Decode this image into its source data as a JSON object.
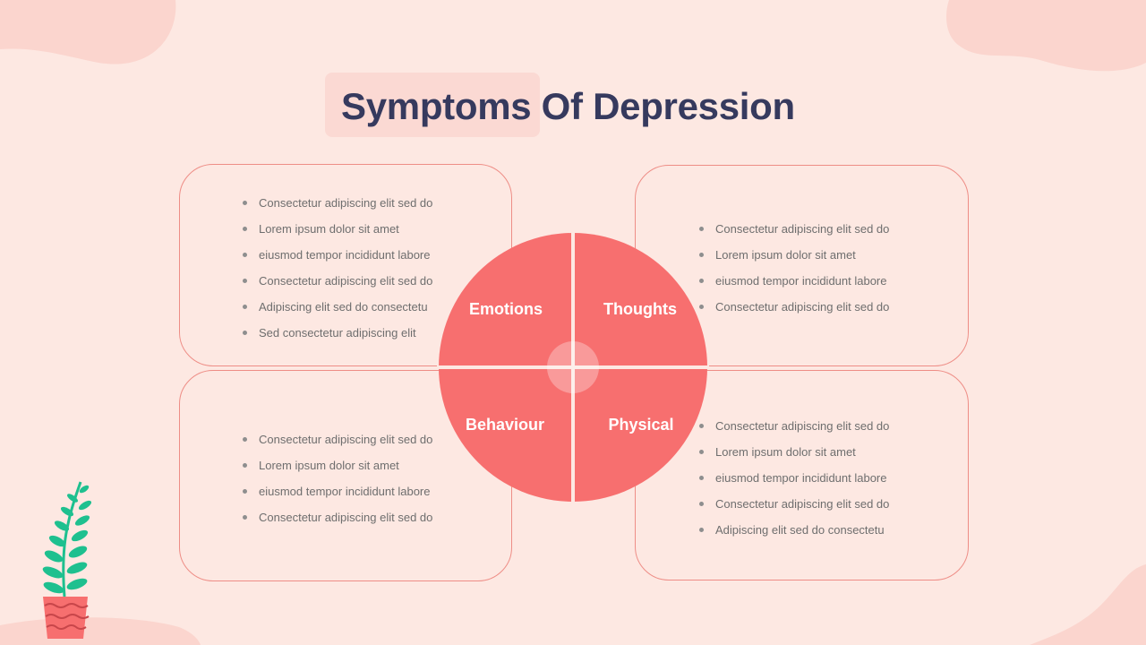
{
  "title": "Symptoms Of Depression",
  "colors": {
    "background": "#FDE8E2",
    "accent": "#F76F6F",
    "border": "#EE8D86",
    "title": "#363A5E",
    "leaf": "#1EC08F"
  },
  "quadrants": {
    "emotions": "Emotions",
    "thoughts": "Thoughts",
    "behaviour": "Behaviour",
    "physical": "Physical"
  },
  "boxes": {
    "top_left": [
      "Consectetur adipiscing elit sed do",
      "Lorem ipsum dolor sit amet",
      "eiusmod tempor incididunt  labore",
      "Consectetur adipiscing elit sed do",
      "Adipiscing elit sed do consectetu",
      "Sed consectetur adipiscing elit"
    ],
    "top_right": [
      "Consectetur adipiscing elit sed do",
      "Lorem ipsum dolor sit amet",
      "eiusmod tempor incididunt  labore",
      "Consectetur adipiscing elit sed do"
    ],
    "bottom_left": [
      "Consectetur adipiscing elit sed do",
      "Lorem ipsum dolor sit amet",
      "eiusmod tempor incididunt  labore",
      "Consectetur adipiscing elit sed do"
    ],
    "bottom_right": [
      "Consectetur adipiscing elit sed do",
      "Lorem ipsum dolor sit amet",
      "eiusmod tempor incididunt  labore",
      "Consectetur adipiscing elit sed do",
      "Adipiscing elit sed do consectetu"
    ]
  }
}
